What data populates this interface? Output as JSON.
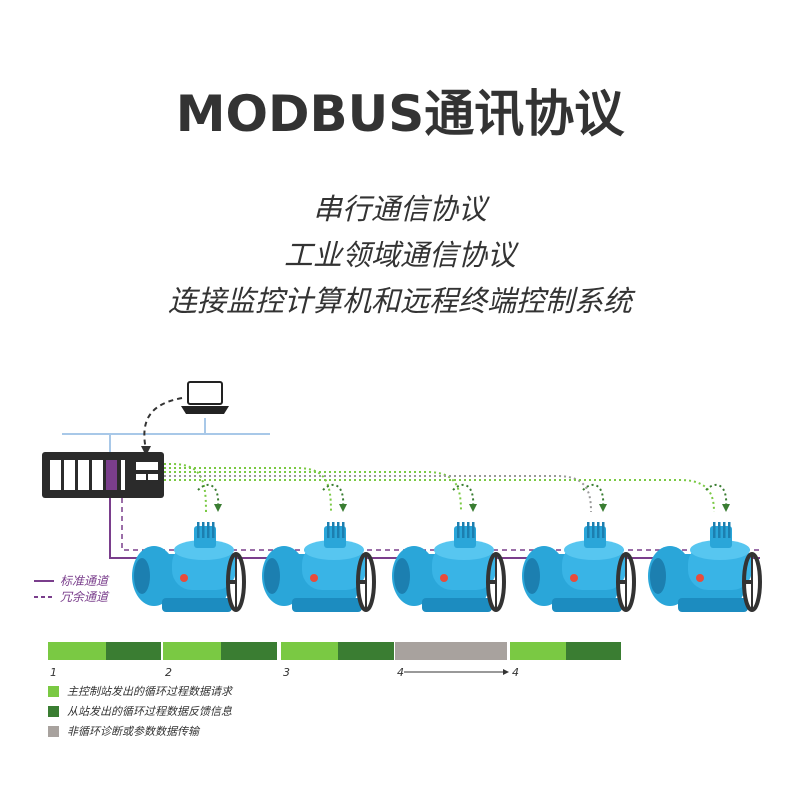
{
  "title": "MODBUS通讯协议",
  "subtitles": [
    "串行通信协议",
    "工业领域通信协议",
    "连接监控计算机和远程终端控制系统"
  ],
  "channel_legend": {
    "standard": "标准通道",
    "redundant": "冗余通道"
  },
  "colors": {
    "light_green": "#7ac943",
    "dark_green": "#3a7d32",
    "gray": "#a8a29e",
    "purple": "#7a3e8c",
    "actuator_blue": "#2aa6d9",
    "bus_line": "#a8c8e8",
    "plc_bg": "#2b2b2b"
  },
  "timeline": {
    "segments": [
      {
        "type": "request",
        "number": "1"
      },
      {
        "type": "feedback"
      },
      {
        "type": "request",
        "number": "2"
      },
      {
        "type": "feedback"
      },
      {
        "type": "request",
        "number": "3"
      },
      {
        "type": "feedback"
      },
      {
        "type": "acyclic",
        "number": "4"
      },
      {
        "type": "request",
        "number": "4"
      },
      {
        "type": "feedback"
      }
    ]
  },
  "legend": [
    {
      "color_key": "light_green",
      "label": "主控制站发出的循环过程数据请求"
    },
    {
      "color_key": "dark_green",
      "label": "从站发出的循环过程数据反馈信息"
    },
    {
      "color_key": "gray",
      "label": "非循环诊断或参数数据传输"
    }
  ],
  "actuator_count": 5
}
